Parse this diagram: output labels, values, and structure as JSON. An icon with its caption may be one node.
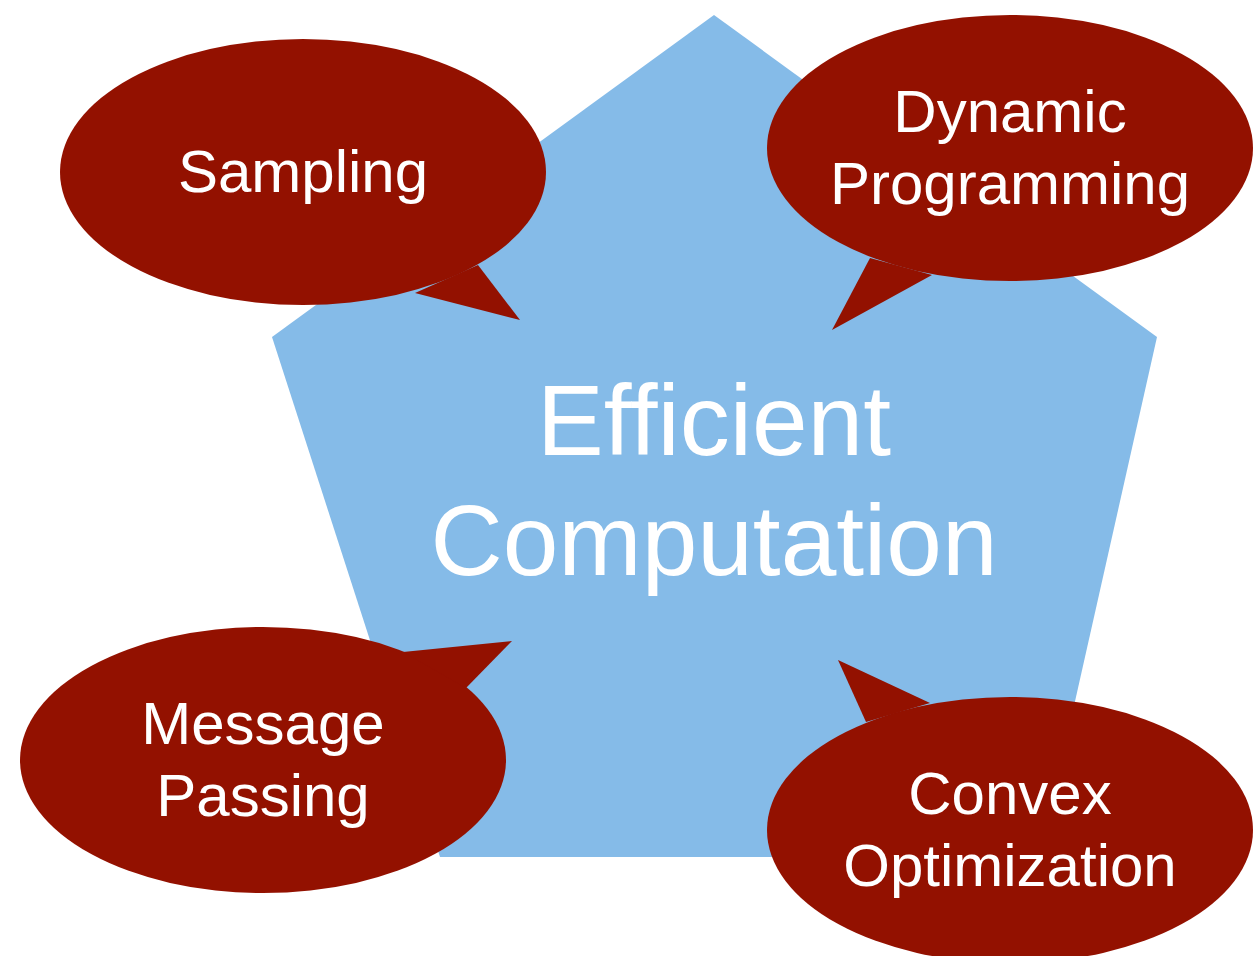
{
  "diagram": {
    "nodes": [
      {
        "text": [
          "Efficient Computation"
        ]
      },
      {
        "text": [
          "Sampling"
        ]
      },
      {
        "text": [
          "Dynamic Programming"
        ]
      },
      {
        "text": [
          "Message Passing"
        ]
      },
      {
        "text": [
          "Convex Optimization"
        ]
      }
    ]
  }
}
